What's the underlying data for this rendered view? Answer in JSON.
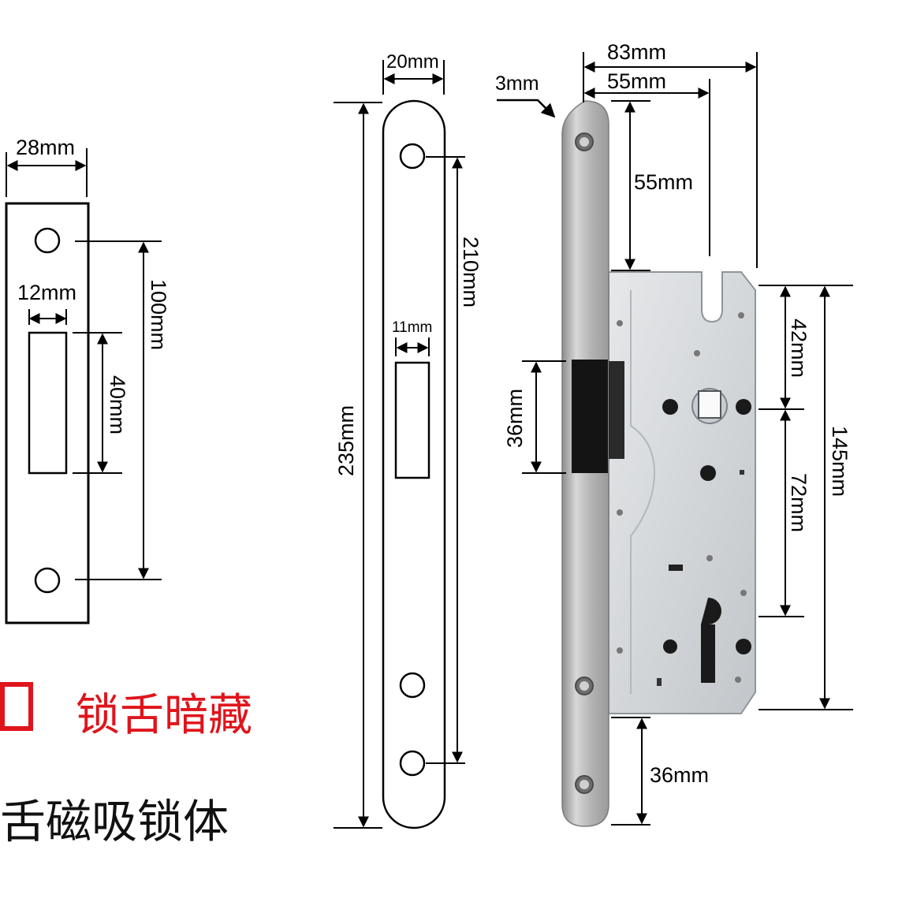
{
  "left_plate": {
    "width_label": "28mm",
    "slot_width_label": "12mm",
    "slot_height_label": "40mm",
    "hole_spacing_label": "100mm"
  },
  "middle_plate": {
    "width_label": "20mm",
    "slot_width_label": "11mm",
    "total_height_label": "235mm",
    "hole_spacing_label": "210mm"
  },
  "lock_body": {
    "faceplate_thickness_label": "3mm",
    "total_depth_label": "83mm",
    "backset_label": "55mm",
    "top_offset_label": "55mm",
    "latch_height_label": "36mm",
    "upper_spacing_label": "42mm",
    "lower_spacing_label": "72mm",
    "case_height_label": "145mm",
    "bottom_offset_label": "36mm"
  },
  "captions": {
    "red_caption": "锁舌暗藏",
    "black_caption": "舌磁吸锁体"
  },
  "colors": {
    "caption_red": "#e0141b",
    "body_metal": "#cfd3d6",
    "faceplate": "#b8b8b8"
  }
}
